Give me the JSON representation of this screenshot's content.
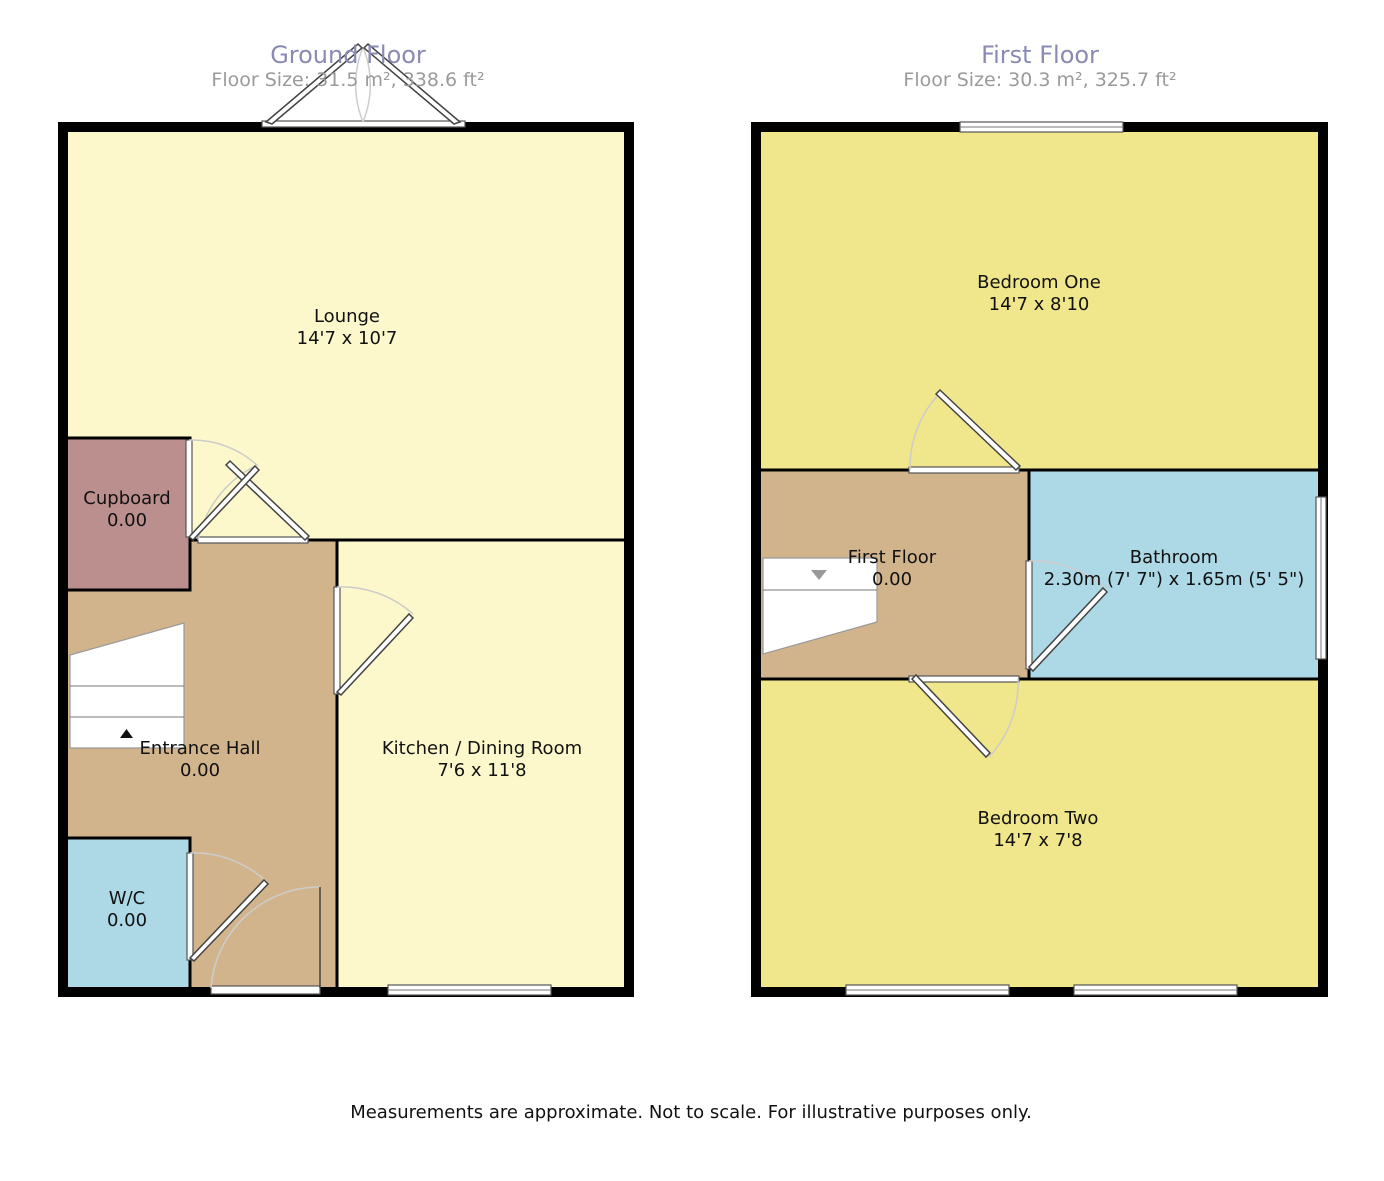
{
  "floors": [
    {
      "title": "Ground Floor",
      "size": "Floor Size: 31.5 m², 338.6 ft²",
      "rooms": [
        {
          "name": "Lounge",
          "dims": "14'7 x 10'7"
        },
        {
          "name": "Cupboard",
          "dims": "0.00"
        },
        {
          "name": "Entrance Hall",
          "dims": "0.00"
        },
        {
          "name": "Kitchen / Dining Room",
          "dims": "7'6 x 11'8"
        },
        {
          "name": "W/C",
          "dims": "0.00"
        }
      ]
    },
    {
      "title": "First Floor",
      "size": "Floor Size: 30.3 m², 325.7 ft²",
      "rooms": [
        {
          "name": "Bedroom One",
          "dims": "14'7 x 8'10"
        },
        {
          "name": "First Floor",
          "dims": "0.00"
        },
        {
          "name": "Bathroom",
          "dims": "2.30m (7' 7\") x 1.65m (5' 5\")"
        },
        {
          "name": "Bedroom Two",
          "dims": "14'7 x 7'8"
        }
      ]
    }
  ],
  "disclaimer": "Measurements are approximate. Not to scale. For illustrative purposes only.",
  "colors": {
    "lounge": "#fdf8cc",
    "kitchen": "#fdf8cc",
    "hall": "#d2b48c",
    "cupboard": "#bc8f8f",
    "wc": "#add8e6",
    "bedroom": "#f0e68c",
    "bathroom": "#add8e6",
    "landing": "#d2b48c"
  }
}
